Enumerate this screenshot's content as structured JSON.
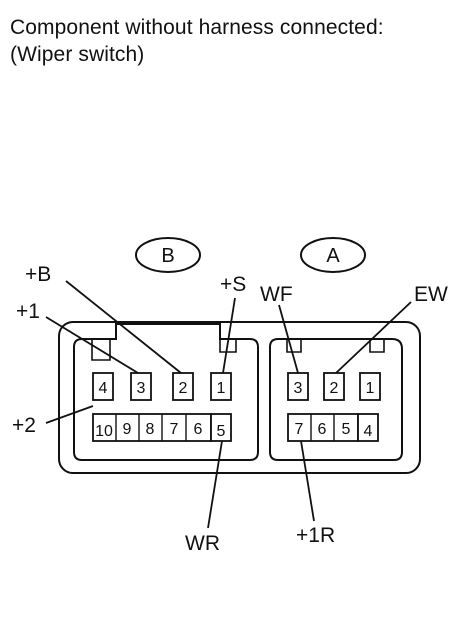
{
  "caption": {
    "line1": "Component without harness connected:",
    "line2": "(Wiper switch)"
  },
  "connectors": {
    "B": {
      "letter": "B",
      "top_row": [
        "4",
        "3",
        "2",
        "1"
      ],
      "bottom_row": [
        "10",
        "9",
        "8",
        "7",
        "6",
        "5"
      ]
    },
    "A": {
      "letter": "A",
      "top_row": [
        "3",
        "2",
        "1"
      ],
      "bottom_row": [
        "7",
        "6",
        "5",
        "4"
      ]
    }
  },
  "terminal_labels": {
    "plus_b": "+B",
    "plus_1": "+1",
    "plus_2": "+2",
    "plus_s": "+S",
    "wr": "WR",
    "wf": "WF",
    "ew": "EW",
    "plus_1r": "+1R"
  },
  "colors": {
    "line": "#111111",
    "background": "#ffffff"
  }
}
